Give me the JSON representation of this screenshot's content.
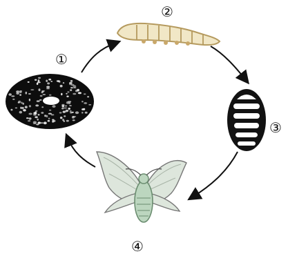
{
  "stages": [
    {
      "id": "eggs",
      "label": "①"
    },
    {
      "id": "larva",
      "label": "②"
    },
    {
      "id": "pupa",
      "label": "③"
    },
    {
      "id": "adult",
      "label": "④"
    }
  ],
  "colors": {
    "arrow": "#111111",
    "egg": "#0d0d0d",
    "larva_body": "#f1e7c6",
    "larva_shadow": "#b59a5e",
    "pupa_shell": "#121212",
    "pupa_band": "#ffffff",
    "moth_wing": "#dde6dc",
    "moth_body": "#bcd6bf"
  },
  "icons": {
    "eggs": "egg-cluster-icon",
    "larva": "silkworm-larva-icon",
    "pupa": "cocoon-pupa-icon",
    "adult": "moth-icon"
  }
}
